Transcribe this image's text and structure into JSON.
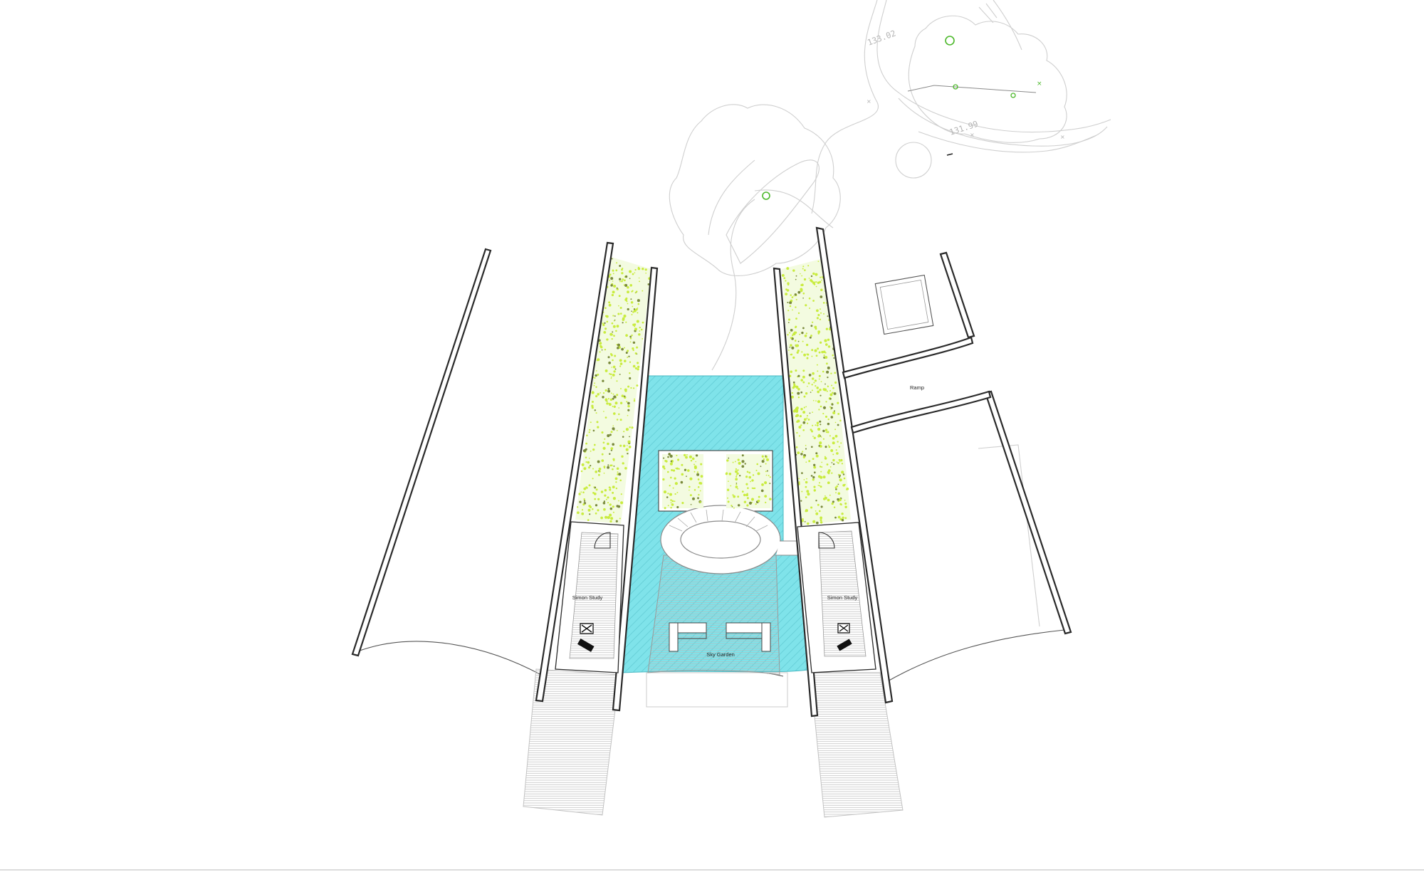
{
  "rooms": {
    "ramp": "Ramp",
    "study_left": "Simon Study",
    "study_right": "Simon Study",
    "sky_garden": "Sky Garden"
  },
  "survey": {
    "contour_upper": "133.02",
    "contour_lower": "131.99"
  },
  "colors": {
    "pool": "#7fe3ea",
    "pool_hatch": "#5fc9d2",
    "planting": "#c9ec3f",
    "planting_dark": "#7a8a3c",
    "tree_marker": "#4cb82a",
    "wall_outline": "#2a2a2a",
    "survey_line": "#cfcfcf"
  },
  "icons": {
    "tree": "tree-marker-icon",
    "desk": "desk-icon",
    "chair": "armchair-icon",
    "door": "door-swing-icon"
  }
}
